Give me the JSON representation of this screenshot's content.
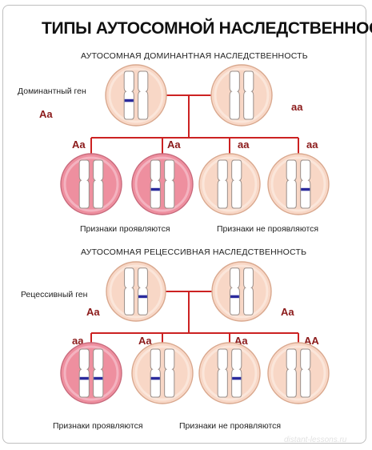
{
  "title": "ТИПЫ АУТОСОМНОЙ НАСЛЕДСТВЕННОСТИ",
  "colors": {
    "line": "#cc2222",
    "genotype_text": "#8b1a1a",
    "cell_light": "#f8d7c6",
    "cell_dark": "#ee8f9f",
    "gene_mark": "#2a2a9c"
  },
  "dominant": {
    "title": "АУТОСОМНАЯ ДОМИНАНТНАЯ НАСЛЕДСТВЕННОСТЬ",
    "gene_label": "Доминантный ген",
    "parents": [
      {
        "genotype": "Aa",
        "cell": "light",
        "mark": "left"
      },
      {
        "genotype": "aa",
        "cell": "light",
        "mark": "none"
      }
    ],
    "children": [
      {
        "genotype": "Aa",
        "cell": "dark",
        "mark": "none"
      },
      {
        "genotype": "Aa",
        "cell": "dark",
        "mark": "left"
      },
      {
        "genotype": "aa",
        "cell": "light",
        "mark": "none"
      },
      {
        "genotype": "aa",
        "cell": "light",
        "mark": "right"
      }
    ],
    "caption_shown": "Признаки проявляются",
    "caption_not_shown": "Признаки не проявляются"
  },
  "recessive": {
    "title": "АУТОСОМНАЯ РЕЦЕССИВНАЯ НАСЛЕДСТВЕННОСТЬ",
    "gene_label": "Рецессивный ген",
    "parents": [
      {
        "genotype": "Aa",
        "cell": "light",
        "mark": "right"
      },
      {
        "genotype": "Aa",
        "cell": "light",
        "mark": "left"
      }
    ],
    "children": [
      {
        "genotype": "aa",
        "cell": "dark",
        "mark": "both"
      },
      {
        "genotype": "Aa",
        "cell": "light",
        "mark": "left"
      },
      {
        "genotype": "Aa",
        "cell": "light",
        "mark": "right"
      },
      {
        "genotype": "AA",
        "cell": "light",
        "mark": "none"
      }
    ],
    "caption_shown": "Признаки проявляются",
    "caption_not_shown": "Признаки не проявляются"
  },
  "watermark": "distant-lessons.ru"
}
